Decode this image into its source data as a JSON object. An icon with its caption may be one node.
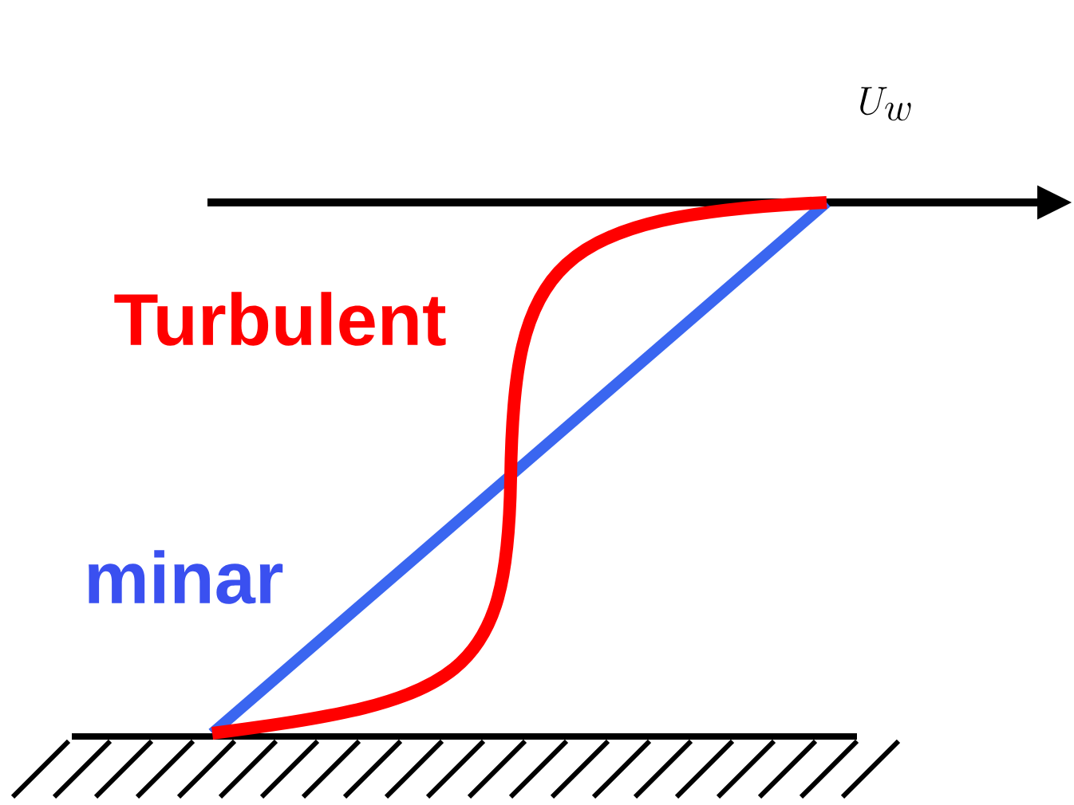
{
  "diagram": {
    "labels": [
      "U_w",
      "Turbulent",
      "minar"
    ]
  }
}
